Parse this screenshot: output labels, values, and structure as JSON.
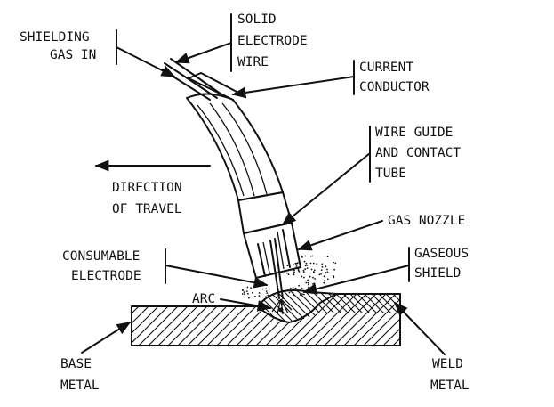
{
  "labels": {
    "shielding_gas_in": [
      "SHIELDING",
      "GAS IN"
    ],
    "solid_electrode_wire": [
      "SOLID",
      "ELECTRODE",
      "WIRE"
    ],
    "current_conductor": [
      "CURRENT",
      "CONDUCTOR"
    ],
    "wire_guide_contact_tube": [
      "WIRE GUIDE",
      "AND CONTACT",
      "TUBE"
    ],
    "direction_of_travel": [
      "DIRECTION",
      "OF TRAVEL"
    ],
    "gas_nozzle": [
      "GAS NOZZLE"
    ],
    "consumable_electrode": [
      "CONSUMABLE",
      "ELECTRODE"
    ],
    "gaseous_shield": [
      "GASEOUS",
      "SHIELD"
    ],
    "arc": [
      "ARC"
    ],
    "base_metal": [
      "BASE",
      "METAL"
    ],
    "weld_metal": [
      "WELD",
      "METAL"
    ]
  }
}
